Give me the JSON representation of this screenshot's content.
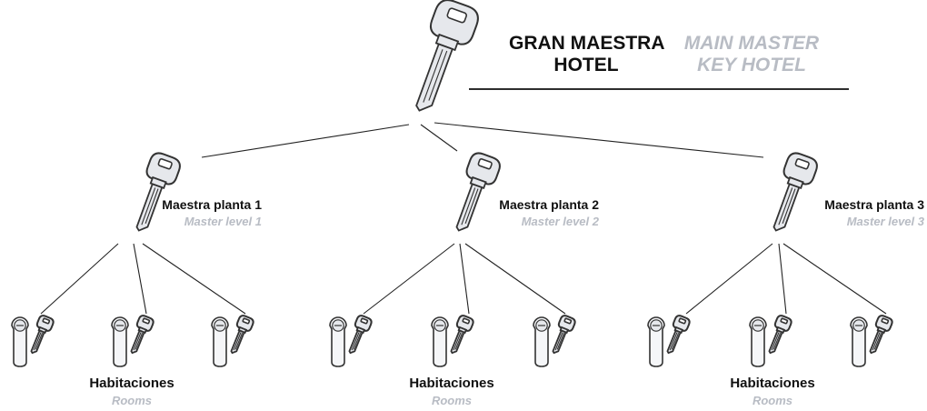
{
  "title": {
    "es_line1": "GRAN MAESTRA",
    "es_line2": "HOTEL",
    "en_line1": "MAIN MASTER",
    "en_line2": "KEY HOTEL"
  },
  "levels": [
    {
      "es": "Maestra planta 1",
      "en": "Master level 1"
    },
    {
      "es": "Maestra planta 2",
      "en": "Master level 2"
    },
    {
      "es": "Maestra planta 3",
      "en": "Master level 3"
    }
  ],
  "rooms": [
    {
      "es": "Habitaciones",
      "en": "Rooms"
    },
    {
      "es": "Habitaciones",
      "en": "Rooms"
    },
    {
      "es": "Habitaciones",
      "en": "Rooms"
    }
  ],
  "colors": {
    "key_fill": "#e6e8ec",
    "key_stroke": "#333333",
    "english_text": "#b8bcc4",
    "spanish_text": "#111111"
  },
  "icons": {
    "master_key": "key-icon",
    "lock_cylinder": "lock-cylinder-icon",
    "room_key": "small-key-icon"
  }
}
